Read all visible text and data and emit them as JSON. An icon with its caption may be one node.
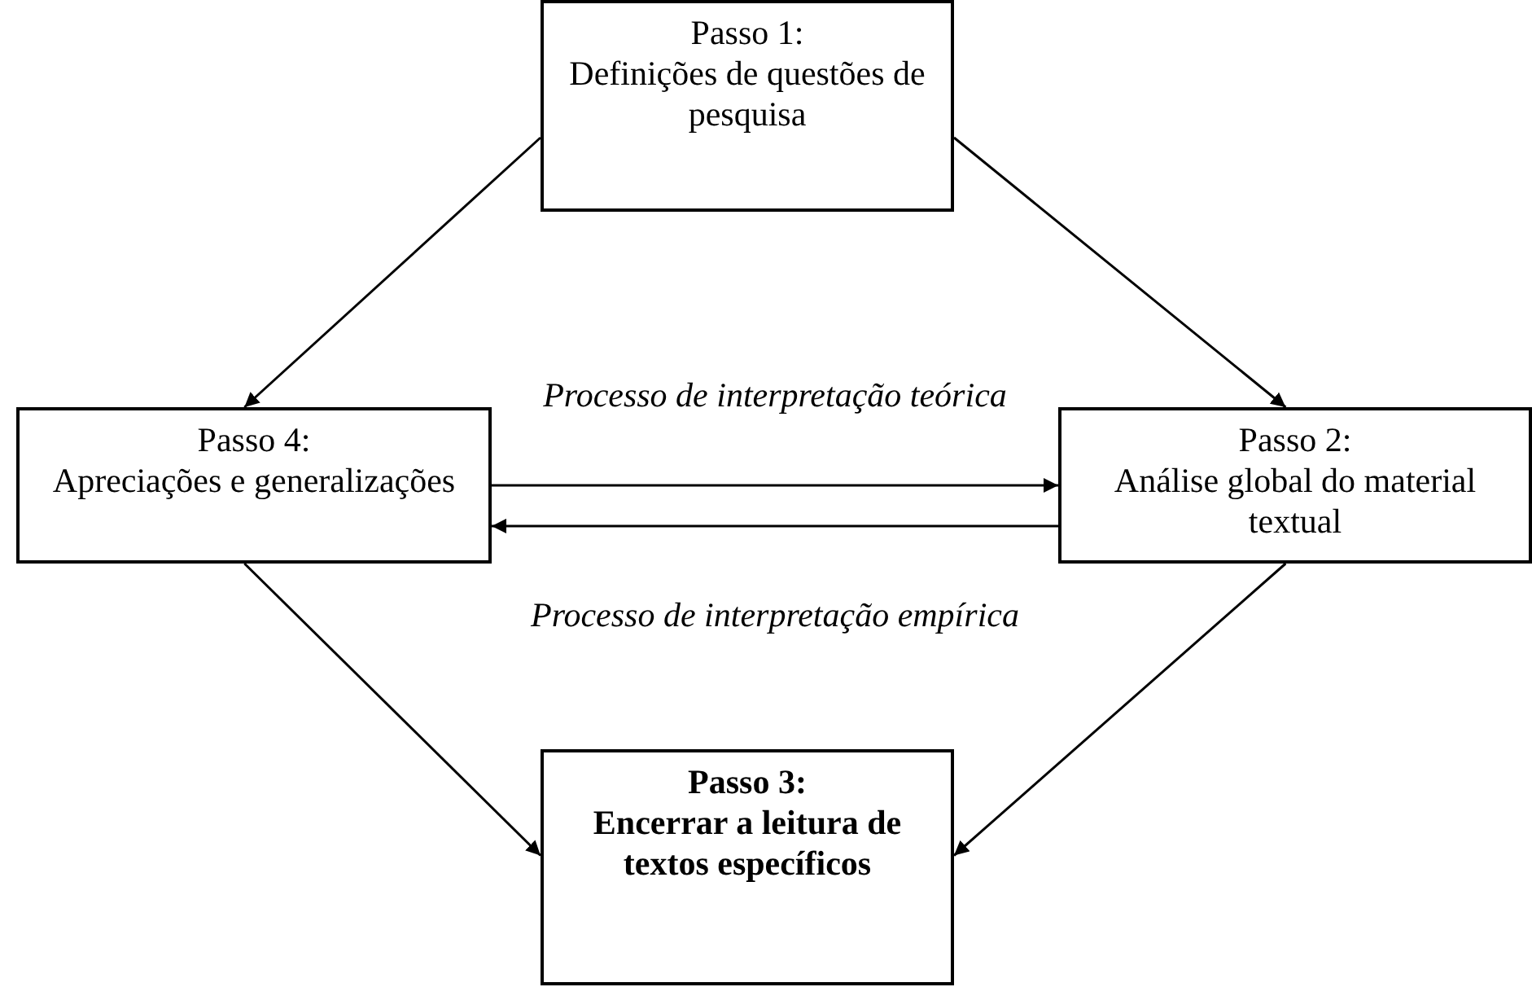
{
  "diagram": {
    "nodes": [
      {
        "text": [
          "Passo 1:",
          "Definições de questões de pesquisa"
        ]
      },
      {
        "text": [
          "Passo 4:",
          "Apreciações e generalizações"
        ]
      },
      {
        "text": [
          "Passo 2:",
          "Análise global do material textual"
        ]
      },
      {
        "text": [
          "Passo 3:",
          "Encerrar a leitura de textos específicos"
        ]
      }
    ],
    "edges": [
      {
        "from": 0,
        "to": 1,
        "arrow": "to"
      },
      {
        "from": 0,
        "to": 2,
        "arrow": "to"
      },
      {
        "from": 1,
        "to": 2,
        "arrow": "to",
        "label": "Processo de interpretação teórica"
      },
      {
        "from": 2,
        "to": 1,
        "arrow": "to",
        "label": "Processo de interpretação empírica"
      },
      {
        "from": 1,
        "to": 3,
        "arrow": "to"
      },
      {
        "from": 2,
        "to": 3,
        "arrow": "to"
      }
    ]
  }
}
